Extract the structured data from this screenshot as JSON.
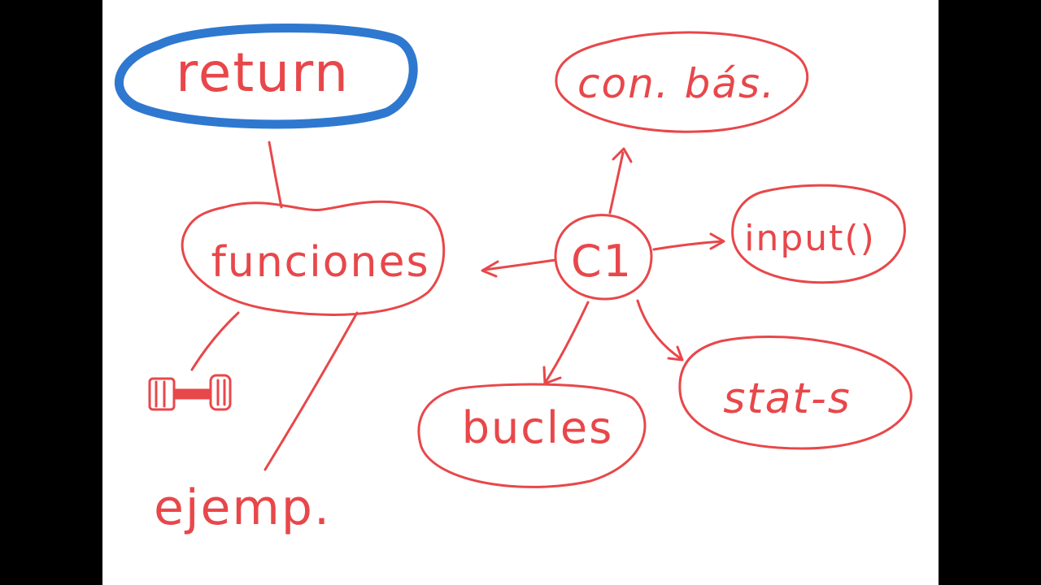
{
  "colors": {
    "ink_red": "#e8474a",
    "ink_blue": "#2f78d0",
    "paper": "#ffffff",
    "frame": "#000000"
  },
  "nodes": {
    "center": "C1",
    "con_bas": "con. bás.",
    "input": "input()",
    "stats": "stat-s",
    "bucles": "bucles",
    "funciones": "funciones",
    "return": "return",
    "ejemp": "ejemp."
  },
  "icons": {
    "dumbbell": "dumbbell-icon"
  }
}
